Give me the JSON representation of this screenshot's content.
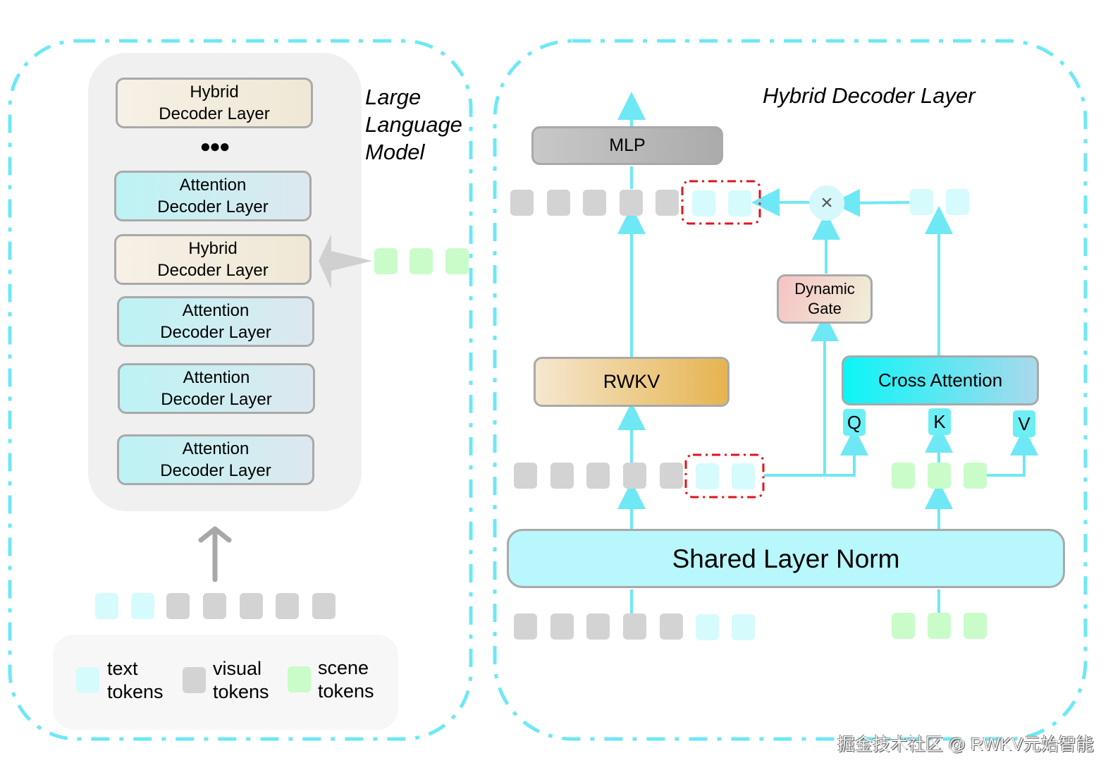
{
  "llm_panel": {
    "title": [
      "Large",
      "Language",
      "Model"
    ],
    "layers": [
      {
        "type": "hybrid",
        "line1": "Hybrid",
        "line2": "Decoder Layer"
      },
      {
        "type": "attention",
        "line1": "Attention",
        "line2": "Decoder Layer"
      },
      {
        "type": "hybrid",
        "line1": "Hybrid",
        "line2": "Decoder Layer"
      },
      {
        "type": "attention",
        "line1": "Attention",
        "line2": "Decoder Layer"
      },
      {
        "type": "attention",
        "line1": "Attention",
        "line2": "Decoder Layer"
      },
      {
        "type": "attention",
        "line1": "Attention",
        "line2": "Decoder Layer"
      }
    ],
    "ellipsis": "●●●",
    "input_tokens": [
      "text",
      "text",
      "visual",
      "visual",
      "visual",
      "visual",
      "visual"
    ],
    "side_scene_tokens": 3
  },
  "legend": {
    "items": [
      {
        "type": "text",
        "line1": "text",
        "line2": "tokens"
      },
      {
        "type": "visual",
        "line1": "visual",
        "line2": "tokens"
      },
      {
        "type": "scene",
        "line1": "scene",
        "line2": "tokens"
      }
    ]
  },
  "hybrid_panel": {
    "title": "Hybrid Decoder Layer",
    "mlp_label": "MLP",
    "rwkv_label": "RWKV",
    "gate_line1": "Dynamic",
    "gate_line2": "Gate",
    "multiply_symbol": "×",
    "cross_attention_label": "Cross Attention",
    "q_label": "Q",
    "k_label": "K",
    "v_label": "V",
    "norm_label": "Shared Layer Norm"
  },
  "colors": {
    "accent_cyan": "#6ee8f5",
    "highlight_red": "#e0141e",
    "visual_token": "#d3d3d3",
    "text_token": "#d6fbfc",
    "scene_token": "#c9fcc9"
  },
  "watermark": "掘金技术社区 @ RWKV元始智能"
}
